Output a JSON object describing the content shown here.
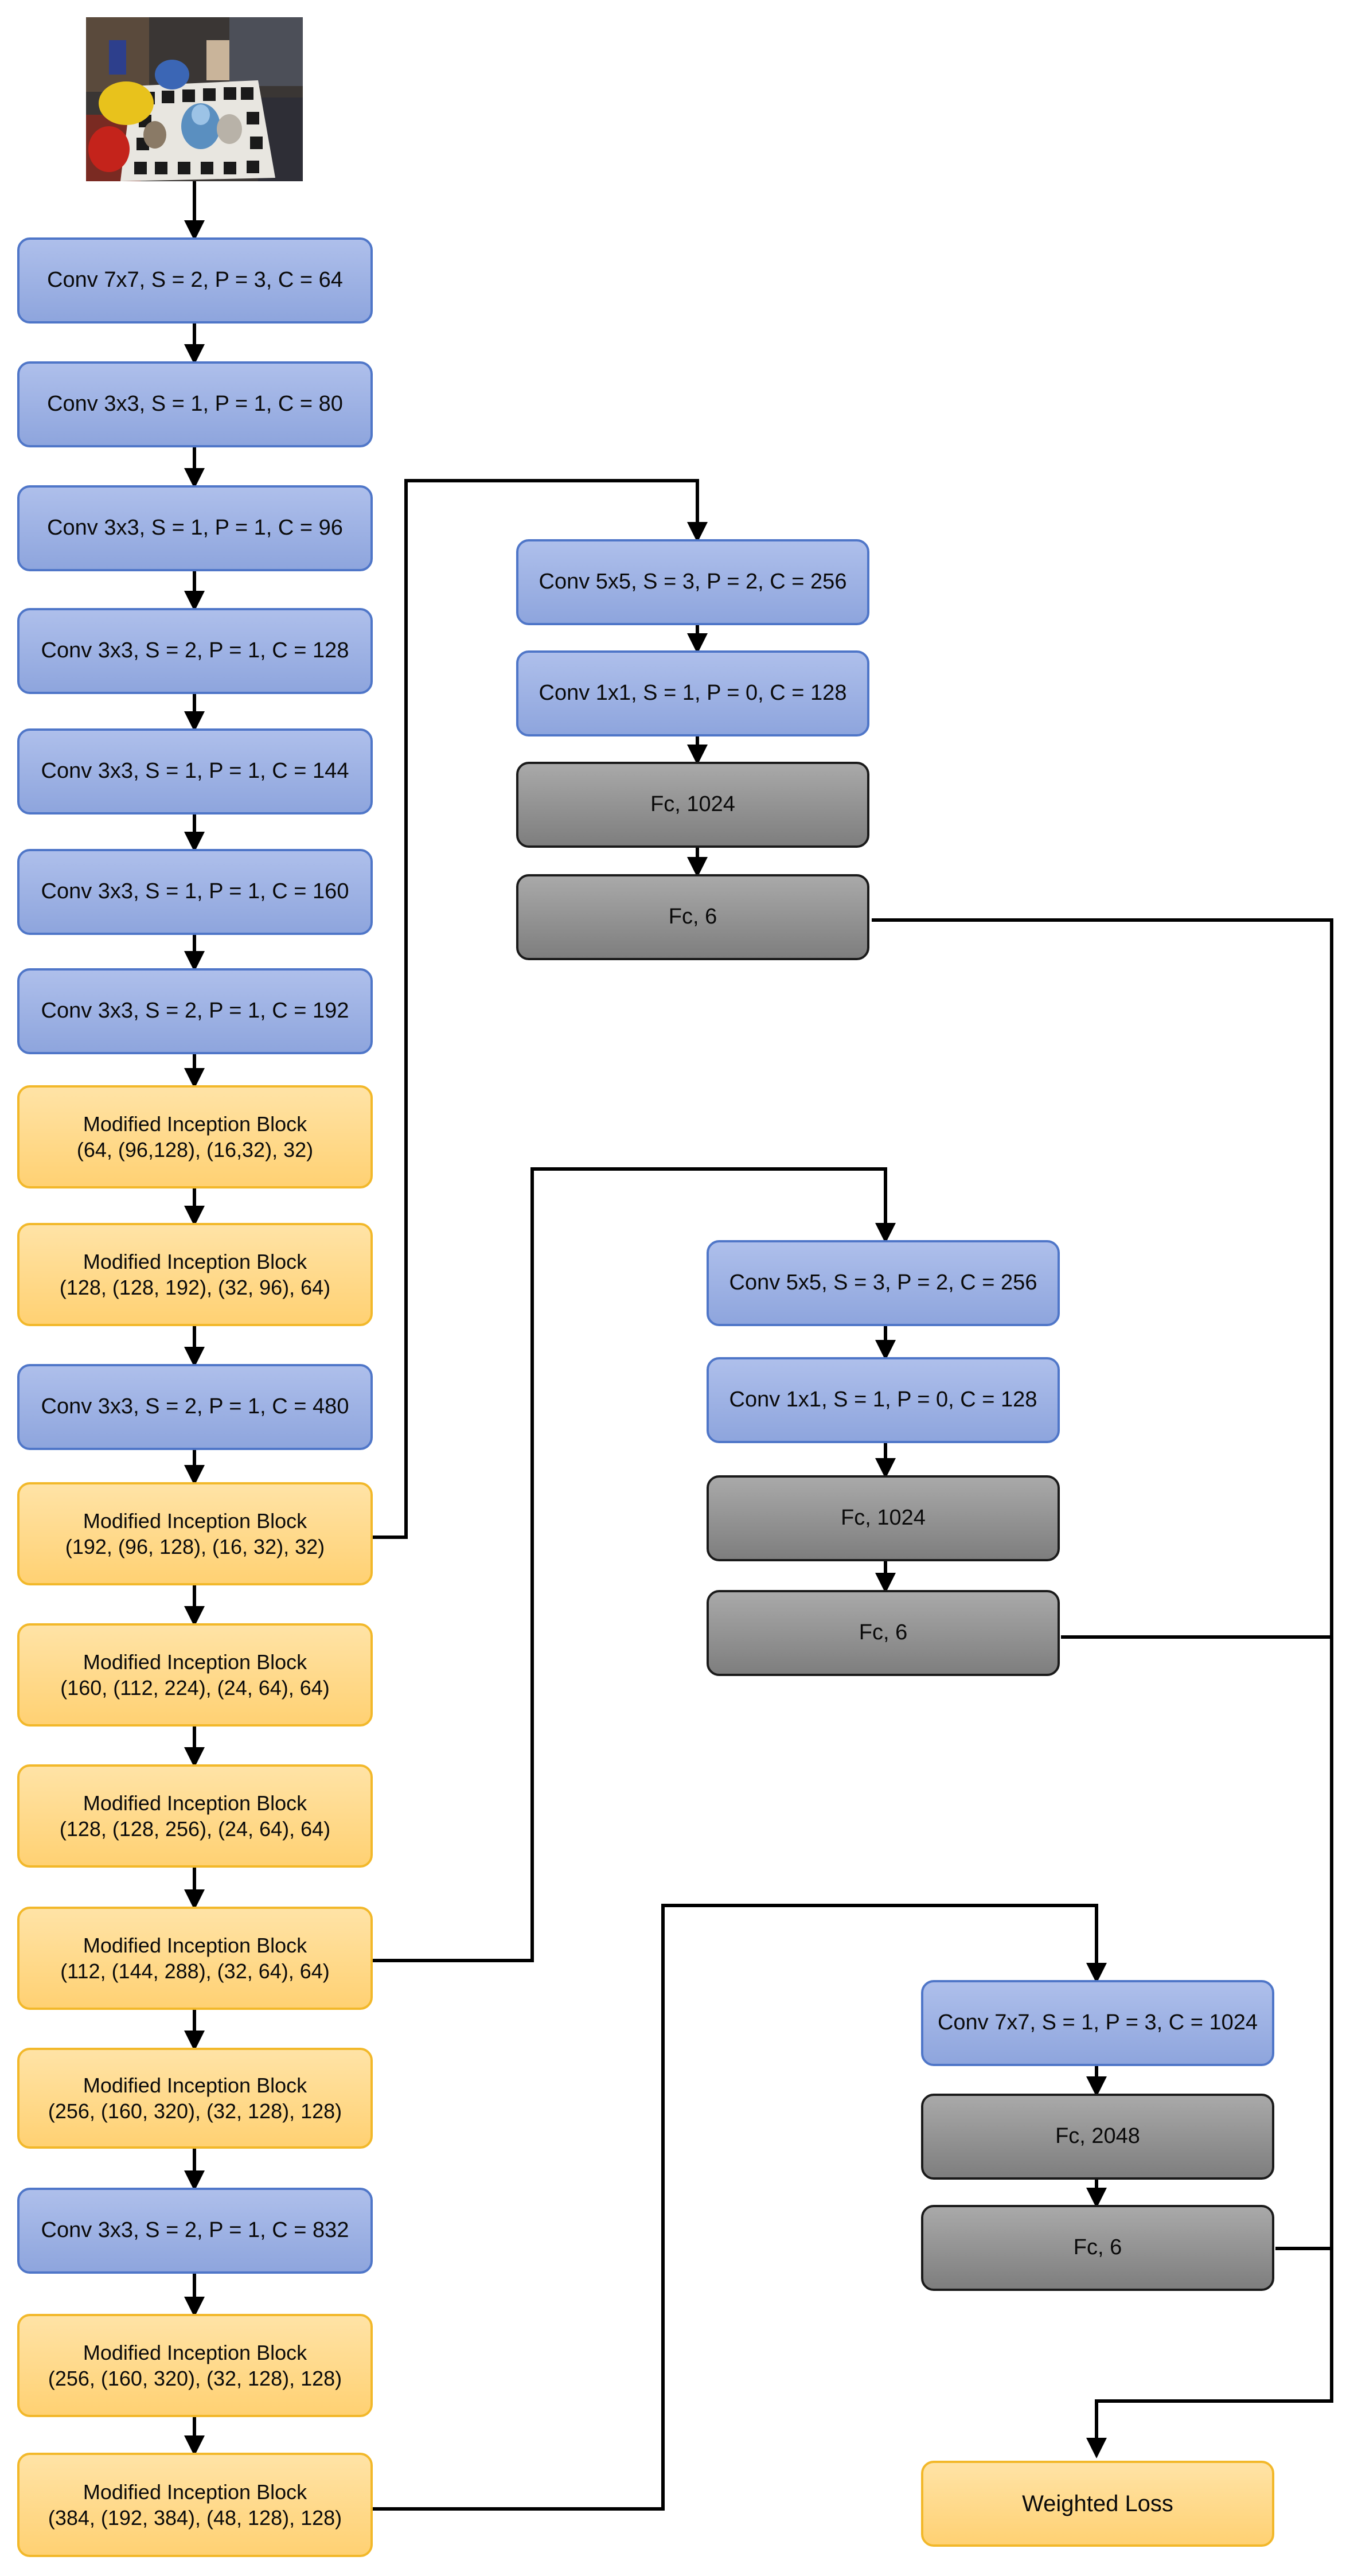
{
  "main_column": [
    {
      "kind": "conv",
      "lines": [
        "Conv 7x7, S = 2, P = 3, C = 64"
      ]
    },
    {
      "kind": "conv",
      "lines": [
        "Conv 3x3, S = 1, P = 1, C = 80"
      ]
    },
    {
      "kind": "conv",
      "lines": [
        "Conv 3x3, S = 1, P = 1, C = 96"
      ]
    },
    {
      "kind": "conv",
      "lines": [
        "Conv 3x3, S = 2, P = 1, C = 128"
      ]
    },
    {
      "kind": "conv",
      "lines": [
        "Conv 3x3, S = 1, P = 1, C = 144"
      ]
    },
    {
      "kind": "conv",
      "lines": [
        "Conv 3x3, S = 1, P = 1, C = 160"
      ]
    },
    {
      "kind": "conv",
      "lines": [
        "Conv 3x3, S = 2, P = 1, C = 192"
      ]
    },
    {
      "kind": "incep",
      "lines": [
        "Modified Inception Block",
        "(64, (96,128), (16,32), 32)"
      ]
    },
    {
      "kind": "incep",
      "lines": [
        "Modified Inception Block",
        "(128, (128, 192), (32, 96), 64)"
      ]
    },
    {
      "kind": "conv",
      "lines": [
        "Conv 3x3, S = 2, P = 1, C = 480"
      ]
    },
    {
      "kind": "incep",
      "lines": [
        "Modified Inception Block",
        "(192, (96, 128), (16, 32), 32)"
      ]
    },
    {
      "kind": "incep",
      "lines": [
        "Modified Inception Block",
        "(160, (112, 224), (24, 64), 64)"
      ]
    },
    {
      "kind": "incep",
      "lines": [
        "Modified Inception Block",
        "(128, (128, 256), (24, 64), 64)"
      ]
    },
    {
      "kind": "incep",
      "lines": [
        "Modified Inception Block",
        "(112, (144, 288), (32, 64), 64)"
      ]
    },
    {
      "kind": "incep",
      "lines": [
        "Modified Inception Block",
        "(256, (160, 320), (32, 128), 128)"
      ]
    },
    {
      "kind": "conv",
      "lines": [
        "Conv 3x3, S = 2, P = 1, C = 832"
      ]
    },
    {
      "kind": "incep",
      "lines": [
        "Modified Inception Block",
        "(256, (160, 320), (32, 128), 128)"
      ]
    },
    {
      "kind": "incep",
      "lines": [
        "Modified Inception Block",
        "(384, (192, 384), (48, 128), 128)"
      ]
    }
  ],
  "branch_1": [
    {
      "kind": "conv",
      "lines": [
        "Conv 5x5, S = 3, P = 2, C = 256"
      ]
    },
    {
      "kind": "conv",
      "lines": [
        "Conv 1x1, S = 1, P = 0, C = 128"
      ]
    },
    {
      "kind": "fc",
      "lines": [
        "Fc, 1024"
      ]
    },
    {
      "kind": "fc",
      "lines": [
        "Fc, 6"
      ]
    }
  ],
  "branch_2": [
    {
      "kind": "conv",
      "lines": [
        "Conv 5x5, S = 3, P = 2, C = 256"
      ]
    },
    {
      "kind": "conv",
      "lines": [
        "Conv 1x1, S = 1, P = 0, C = 128"
      ]
    },
    {
      "kind": "fc",
      "lines": [
        "Fc, 1024"
      ]
    },
    {
      "kind": "fc",
      "lines": [
        "Fc, 6"
      ]
    }
  ],
  "branch_3": [
    {
      "kind": "conv",
      "lines": [
        "Conv 7x7, S = 1, P = 3, C = 1024"
      ]
    },
    {
      "kind": "fc",
      "lines": [
        "Fc, 2048"
      ]
    },
    {
      "kind": "fc",
      "lines": [
        "Fc, 6"
      ]
    }
  ],
  "loss": {
    "label": "Weighted Loss"
  },
  "colors": {
    "conv_fill": "#9db2e5",
    "conv_border": "#4f76c8",
    "inception_fill": "#ffd98a",
    "inception_border": "#f2b82a",
    "fc_fill": "#949494",
    "fc_border": "#1a1a1a",
    "connector": "#000000"
  }
}
